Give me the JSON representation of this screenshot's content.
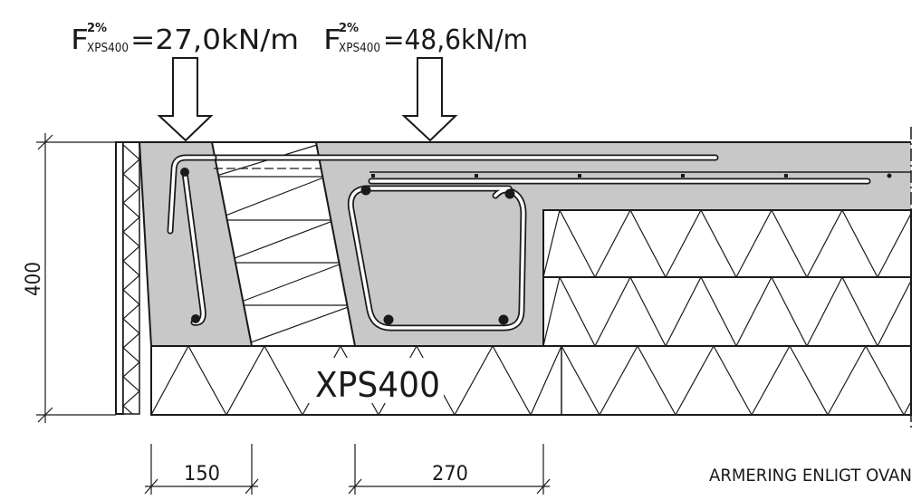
{
  "loads": [
    {
      "symbol": "F",
      "superscript": "2%",
      "subscript": "XPS400",
      "value": "=27,0kN/m"
    },
    {
      "symbol": "F",
      "superscript": "2%",
      "subscript": "XPS400",
      "value": "=48,6kN/m"
    }
  ],
  "material_label": "XPS400",
  "dimensions": {
    "height": "400",
    "left_width": "150",
    "beam_width": "270"
  },
  "note": "ARMERING ENLIGT OVAN",
  "colors": {
    "concrete": "#c8c8c8",
    "line": "#1a1a1a",
    "background": "#ffffff"
  }
}
